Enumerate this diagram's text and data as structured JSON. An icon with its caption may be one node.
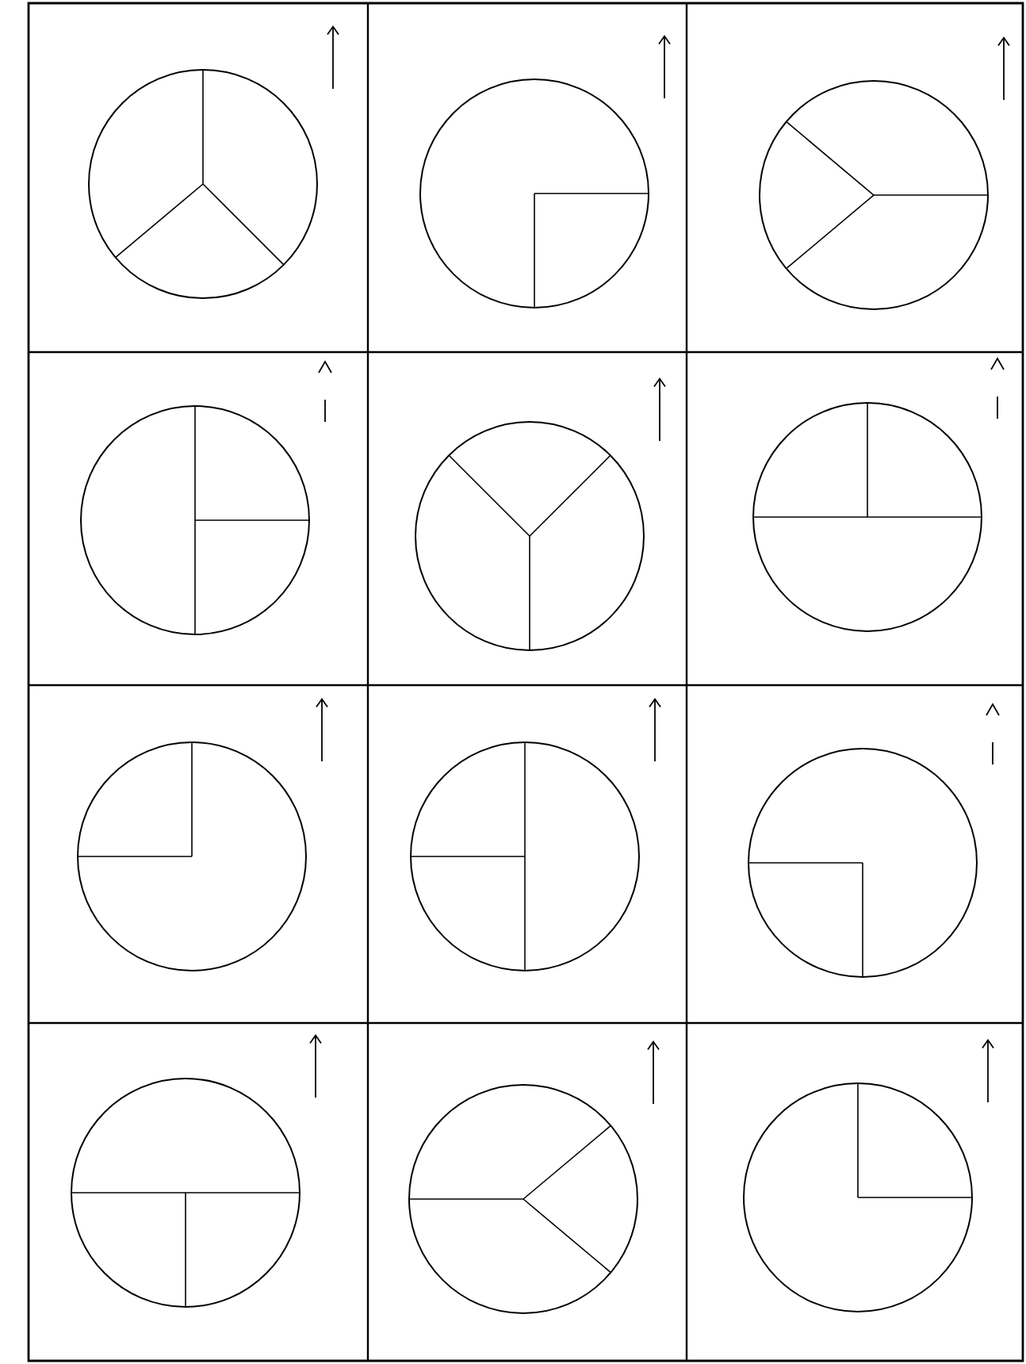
{
  "diagram": {
    "nodes": [
      {
        "text": [],
        "shape": "circle"
      },
      {
        "text": [],
        "shape": "circle"
      },
      {
        "text": [],
        "shape": "circle"
      },
      {
        "text": [],
        "shape": "circle"
      },
      {
        "text": [],
        "shape": "circle"
      },
      {
        "text": [],
        "shape": "circle"
      },
      {
        "text": [],
        "shape": "circle"
      },
      {
        "text": [],
        "shape": "circle"
      },
      {
        "text": [],
        "shape": "circle"
      },
      {
        "text": [],
        "shape": "circle"
      },
      {
        "text": [],
        "shape": "circle"
      },
      {
        "text": [],
        "shape": "circle"
      }
    ]
  }
}
